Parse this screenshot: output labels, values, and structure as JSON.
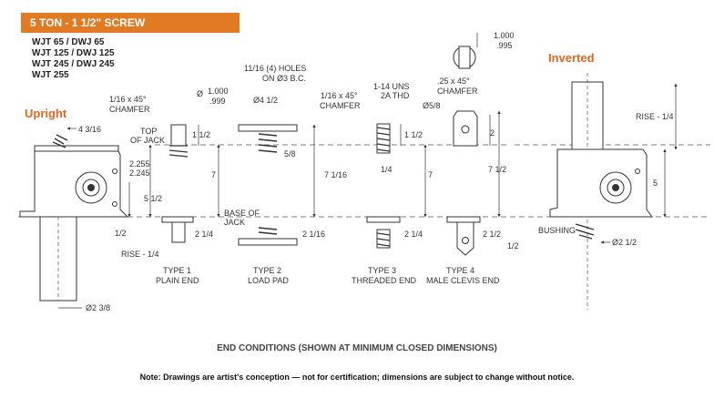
{
  "header": {
    "title": "5 TON - 1 1/2\" SCREW"
  },
  "models": [
    "WJT 65 / DWJ 65",
    "WJT 125 / DWJ 125",
    "WJT 245 / DWJ 245",
    "WJT 255"
  ],
  "labels": {
    "upright": "Upright",
    "inverted": "Inverted",
    "top_of_jack_1": "TOP",
    "top_of_jack_2": "OF JACK",
    "base_of_jack_1": "BASE OF",
    "base_of_jack_2": "JACK",
    "bushing": "BUSHING",
    "rise": "RISE - 1/4",
    "rise_inv": "RISE - 1/4"
  },
  "dimensions": {
    "d_4_3_16": "4 3/16",
    "d_2255": "2.255",
    "d_2245": "2.245",
    "d_5_1_2": "5 1/2",
    "d_1_2_left": "1/2",
    "d_dia_2_3_8": "Ø2 3/8",
    "d_7_main": "7",
    "t1_chamfer_1": "1/16 x 45°",
    "t1_chamfer_2": "CHAMFER",
    "t1_dia_1": "Ø",
    "t1_dia_a": "1.000",
    "t1_dia_b": ".999",
    "t1_1_1_2": "1 1/2",
    "t1_2_1_4": "2 1/4",
    "t2_holes_1": "11/16 (4) HOLES",
    "t2_holes_2": "ON Ø3 B.C.",
    "t2_dia": "Ø4 1/2",
    "t2_5_8": "5/8",
    "t2_7_1_16": "7 1/16",
    "t2_2_1_16": "2 1/16",
    "t3_chamfer_1": "1/16 x 45°",
    "t3_chamfer_2": "CHAMFER",
    "t3_thread_1": "1-14 UNS",
    "t3_thread_2": "2A THD",
    "t3_1_1_2": "1 1/2",
    "t3_1_4": "1/4",
    "t3_7": "7",
    "t3_2_1_4": "2 1/4",
    "t4_top_a": "1.000",
    "t4_top_b": ".995",
    "t4_chamfer_1": ".25 x 45°",
    "t4_chamfer_2": "CHAMFER",
    "t4_dia": "Ø5/8",
    "t4_2": "2",
    "t4_7_1_2": "7 1/2",
    "t4_2_1_2": "2 1/2",
    "t4_1_2": "1/2",
    "inv_5": "5",
    "inv_dia": "Ø2 1/2"
  },
  "types": [
    {
      "name": "TYPE 1",
      "desc": "PLAIN END"
    },
    {
      "name": "TYPE 2",
      "desc": "LOAD PAD"
    },
    {
      "name": "TYPE 3",
      "desc": "THREADED END"
    },
    {
      "name": "TYPE 4",
      "desc": "MALE CLEVIS END"
    }
  ],
  "captions": {
    "end_conditions": "END CONDITIONS (SHOWN AT MINIMUM CLOSED DIMENSIONS)",
    "note": "Note: Drawings are artist's conception — not for certification; dimensions are subject to change without notice."
  },
  "colors": {
    "banner": "#e07a23",
    "accent_text": "#d9691f",
    "line": "#333333"
  }
}
